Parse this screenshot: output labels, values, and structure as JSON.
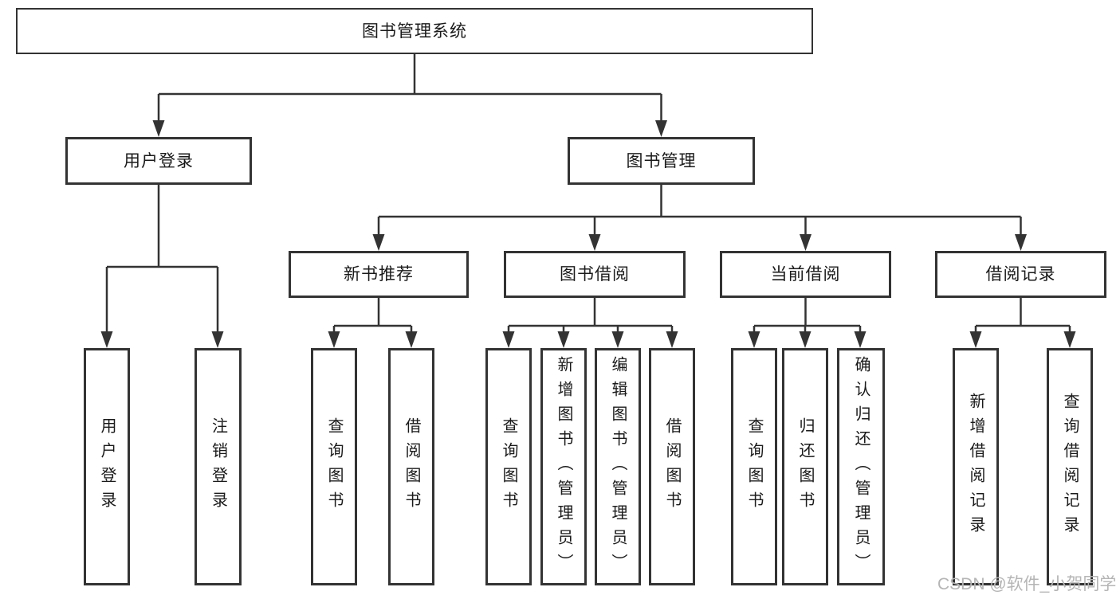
{
  "tree": {
    "label": "图书管理系统",
    "children": [
      {
        "label": "用户登录",
        "children": [
          {
            "label": "用户登录"
          },
          {
            "label": "注销登录"
          }
        ]
      },
      {
        "label": "图书管理",
        "children": [
          {
            "label": "新书推荐",
            "children": [
              {
                "label": "查询图书"
              },
              {
                "label": "借阅图书"
              }
            ]
          },
          {
            "label": "图书借阅",
            "children": [
              {
                "label": "查询图书"
              },
              {
                "label": "新增图书（管理员）"
              },
              {
                "label": "编辑图书（管理员）"
              },
              {
                "label": "借阅图书"
              }
            ]
          },
          {
            "label": "当前借阅",
            "children": [
              {
                "label": "查询图书"
              },
              {
                "label": "归还图书"
              },
              {
                "label": "确认归还（管理员）"
              }
            ]
          },
          {
            "label": "借阅记录",
            "children": [
              {
                "label": "新增借阅记录"
              },
              {
                "label": "查询借阅记录"
              }
            ]
          }
        ]
      }
    ]
  },
  "watermark": {
    "text": "CSDN @软件_小贺同学"
  },
  "colors": {
    "line": "#333333",
    "box_border": "#333333",
    "box_bg": "#ffffff",
    "text": "#1a1a1a",
    "watermark": "#b5b5b5"
  }
}
